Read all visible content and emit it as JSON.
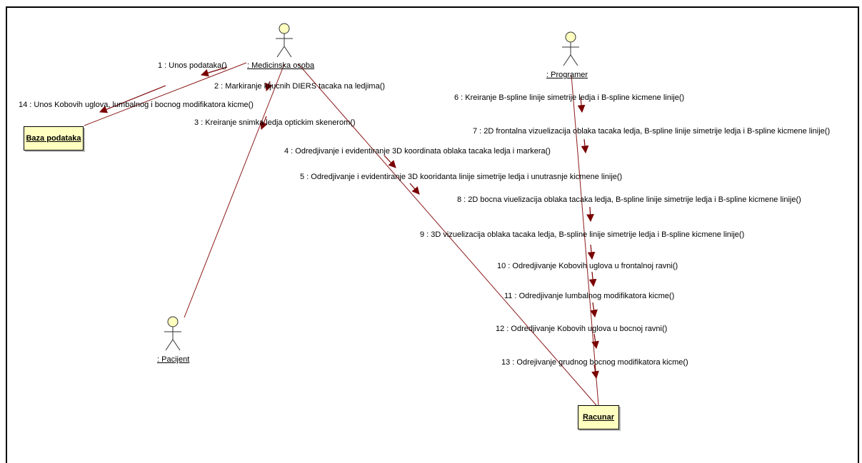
{
  "actors": {
    "medicinska": ": Medicinska osoba",
    "programer": ": Programer",
    "pacijent": ": Pacijent"
  },
  "objects": {
    "baza": "Baza  podataka",
    "racunar": "Racunar"
  },
  "messages": [
    "1 : Unos podataka()",
    "2 : Markiranje kljucnih DIERS tacaka na ledjima()",
    "3 : Kreiranje snimka ledja optickim skenerom()",
    "4 : Odredjivanje i evidentiranje 3D koordinata oblaka tacaka ledja i markera()",
    "5 : Odredjivanje i evidentiranje 3D kooridanta linije simetrije ledja i unutrasnje kicmene linije()",
    "6 : Kreiranje B-spline linije simetrije ledja i B-spline kicmene linije()",
    "7 : 2D frontalna vizuelizacija oblaka tacaka ledja,  B-spline linije simetrije ledja i B-spline kicmene linije()",
    "8 : 2D bocna viuelizacija oblaka tacaka ledja, B-spline linije simetrije ledja i B-spline kicmene linije()",
    "9 : 3D vizuelizacija oblaka tacaka ledja, B-spline linije simetrije ledja i B-spline kicmene linije()",
    "10 : Odredjivanje Kobovih uglova u frontalnoj ravni()",
    "11 : Odredjivanje lumbalnog modifikatora kicme()",
    "12 : Odredjivanje Kobovih uglova u bocnoj ravni()",
    "13 : Odrejivanje grudnog bocnog modifikatora kicme()",
    "14 : Unos Kobovih uglova, lumbalnog i bocnog modifikatora kicme()"
  ],
  "colors": {
    "link": "#8b1a1a",
    "arrow": "#7a0000",
    "objectFill": "#ffffc0"
  }
}
